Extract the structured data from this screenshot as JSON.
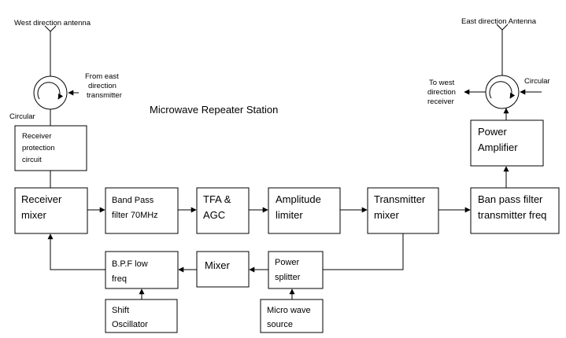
{
  "title": "Microwave Repeater Station",
  "antennas": {
    "west": "West direction antenna",
    "east": "East direction Antenna"
  },
  "circulator_labels": {
    "left": "Circular",
    "right": "Circular"
  },
  "annotations": {
    "from_east": [
      "From east",
      "direction",
      "transmitter"
    ],
    "to_west": [
      "To west",
      "direction",
      "receiver"
    ]
  },
  "blocks": {
    "receiver_protection": [
      "Receiver",
      "protection",
      "circuit"
    ],
    "receiver_mixer": [
      "Receiver",
      "mixer"
    ],
    "band_pass": [
      "Band Pass",
      "filter 70MHz"
    ],
    "tfa_agc": [
      "TFA &",
      "AGC"
    ],
    "amplitude_limiter": [
      "Amplitude",
      "limiter"
    ],
    "transmitter_mixer": [
      "Transmitter",
      "mixer"
    ],
    "ban_pass_tx": [
      "Ban pass filter",
      "transmitter freq"
    ],
    "power_amplifier": [
      "Power",
      "Amplifier"
    ],
    "bpf_low": [
      "B.P.F low",
      "freq"
    ],
    "mixer": [
      "Mixer"
    ],
    "power_splitter": [
      "Power",
      "splitter"
    ],
    "shift_osc": [
      "Shift",
      "Oscillator"
    ],
    "microwave_source": [
      "Micro wave",
      "source"
    ]
  }
}
